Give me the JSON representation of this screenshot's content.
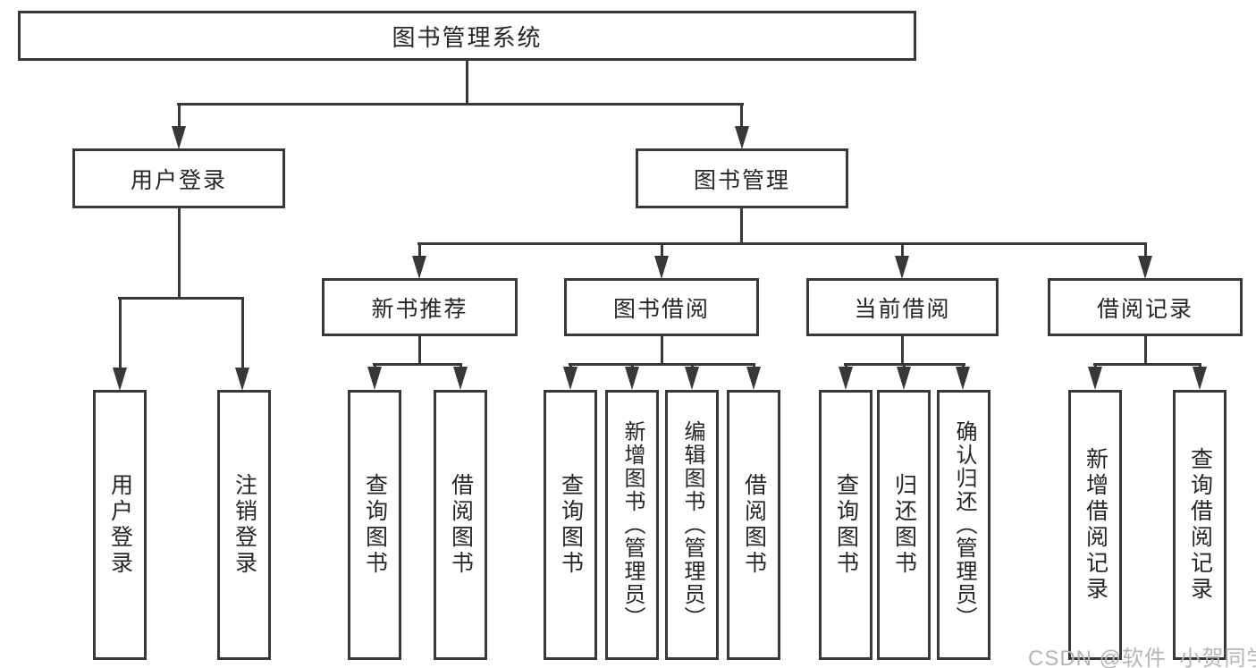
{
  "nodes": {
    "root": "图书管理系统",
    "user_login": "用户登录",
    "book_mgmt": "图书管理",
    "new_book": "新书推荐",
    "book_borrow": "图书借阅",
    "current_borrow": "当前借阅",
    "borrow_record": "借阅记录",
    "leaf_user_login": "用户登录",
    "leaf_logout": "注销登录",
    "leaf_nb_query": "查询图书",
    "leaf_nb_borrow": "借阅图书",
    "leaf_bb_query": "查询图书",
    "leaf_bb_add": "新增图书（管理员）",
    "leaf_bb_edit": "编辑图书（管理员）",
    "leaf_bb_borrow": "借阅图书",
    "leaf_cb_query": "查询图书",
    "leaf_cb_return": "归还图书",
    "leaf_cb_confirm": "确认归还（管理员）",
    "leaf_br_add": "新增借阅记录",
    "leaf_br_query": "查询借阅记录"
  },
  "watermark": "CSDN @软件_小贺同学",
  "colors": {
    "line": "#383838",
    "text": "#262626",
    "watermark": "#b5b5b5",
    "background": "#ffffff"
  }
}
